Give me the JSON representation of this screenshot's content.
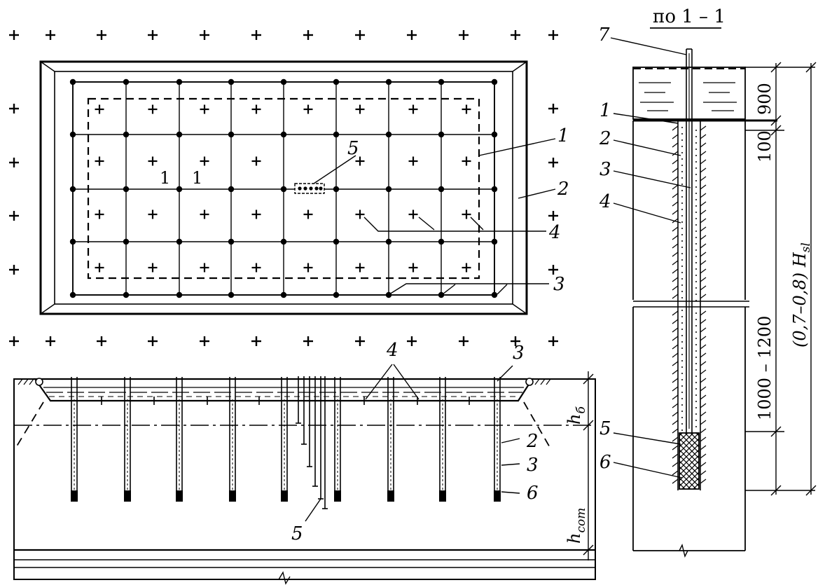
{
  "section_title": "по 1 – 1",
  "section_mark_left": "1",
  "section_mark_right": "1",
  "callouts": {
    "n1": "1",
    "n2": "2",
    "n3": "3",
    "n4": "4",
    "n5": "5",
    "n6": "6",
    "n7": "7"
  },
  "dimensions": {
    "d900": "900",
    "d100": "100",
    "d1000_1200": "1000 – 1200",
    "d_hsl": "(0,7–0,8) H",
    "d_hsl_sub": "sl",
    "h_b": "h",
    "h_b_sub": "б",
    "h_com": "h",
    "h_com_sub": "com"
  }
}
